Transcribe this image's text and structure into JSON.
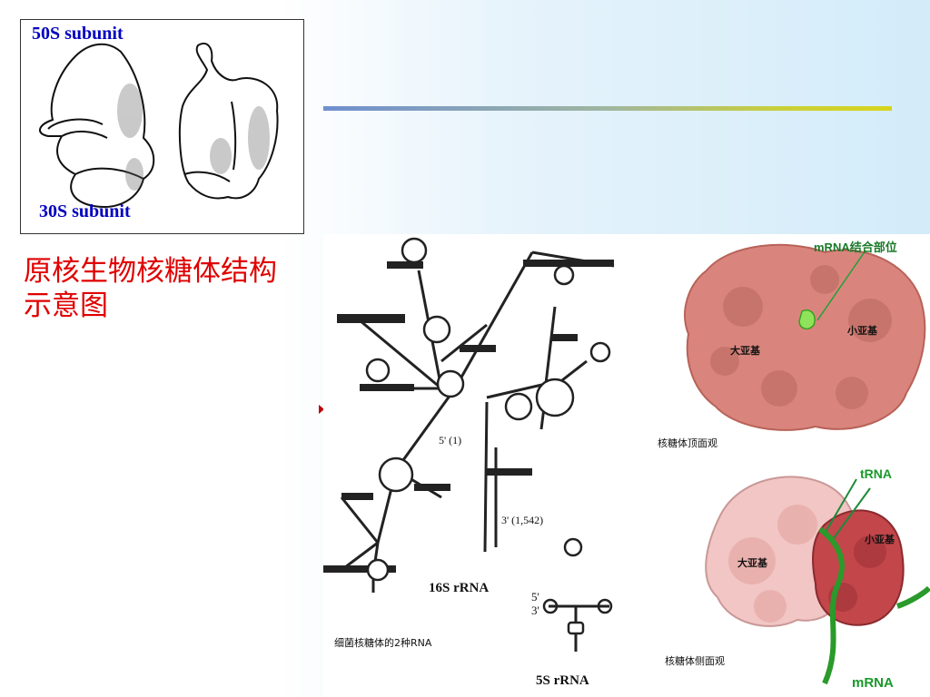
{
  "slide": {
    "colors": {
      "header_line": "#c9cf3a",
      "caption": "#e00000",
      "subunit_label": "#0000c0",
      "green_label": "#1a9a2a"
    }
  },
  "subunit_figure": {
    "label_50s": "50S subunit",
    "label_30s": "30S subunit"
  },
  "caption": {
    "line1": "原核生物核糖体结构",
    "line2": "示意图"
  },
  "rrna_figure": {
    "label_16s": "16S rRNA",
    "label_5s": "5S rRNA",
    "label_5prime": "5'",
    "label_3prime": "3'",
    "label_5_1": "5' (1)",
    "label_3_1542": "3' (1,542)",
    "cn_caption": "细菌核糖体的2种RNA"
  },
  "top_view": {
    "label_mrna_site": "mRNA结合部位",
    "label_large": "大亚基",
    "label_small": "小亚基",
    "cn_caption": "核糖体顶面观"
  },
  "side_view": {
    "label_trna": "tRNA",
    "label_large": "大亚基",
    "label_small": "小亚基",
    "label_mrna": "mRNA",
    "cn_caption": "核糖体侧面观"
  }
}
